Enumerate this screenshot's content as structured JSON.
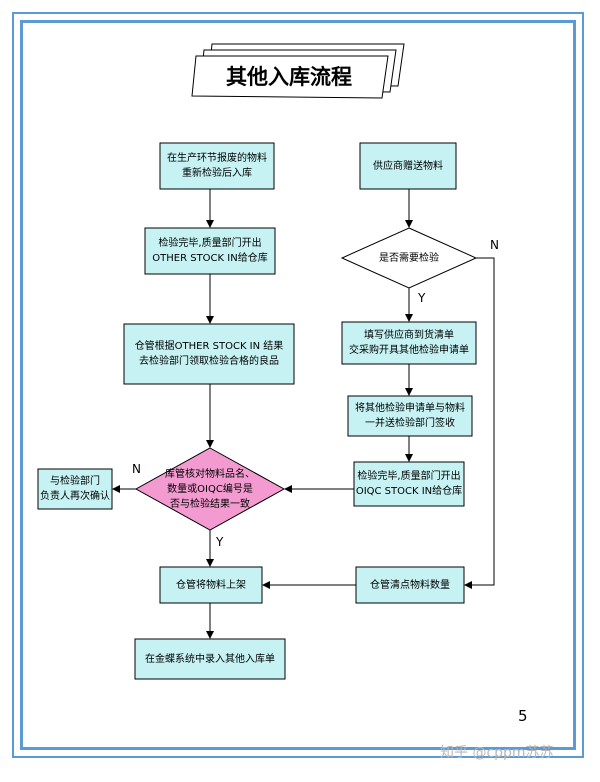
{
  "title": "其他入库流程",
  "nodes": {
    "left_1": "在生产环节报废的物料\n重新检验后入库",
    "left_2": "检验完毕,质量部门开出\nOTHER STOCK IN给仓库",
    "left_3": "仓管根据OTHER STOCK IN 结果\n去检验部门领取检验合格的良品",
    "decision_left": "库管核对物料品名、\n数量或OIQC编号是\n否与检验结果一致",
    "recheck": "与检验部门\n负责人再次确认",
    "shelve": "仓管将物料上架",
    "erp_entry": "在金蝶系统中录入其他入库单",
    "right_1": "供应商赠送物料",
    "decision_right": "是否需要检验",
    "right_2": "填写供应商到货清单\n交采购开具其他检验申请单",
    "right_3": "将其他检验申请单与物料\n一并送检验部门签收",
    "right_4": "检验完毕,质量部门开出\nOIQC STOCK IN给仓库",
    "count": "仓管清点物料数量"
  },
  "edge_labels": {
    "right_no": "N",
    "right_yes": "Y",
    "left_no": "N",
    "left_yes": "Y"
  },
  "page_number": "5",
  "watermark": "知乎 @cppm苏苏",
  "colors": {
    "box_fill": "#c6f2f4",
    "decision_left_fill": "#f39bd1",
    "frame": "#5b9bd5"
  }
}
